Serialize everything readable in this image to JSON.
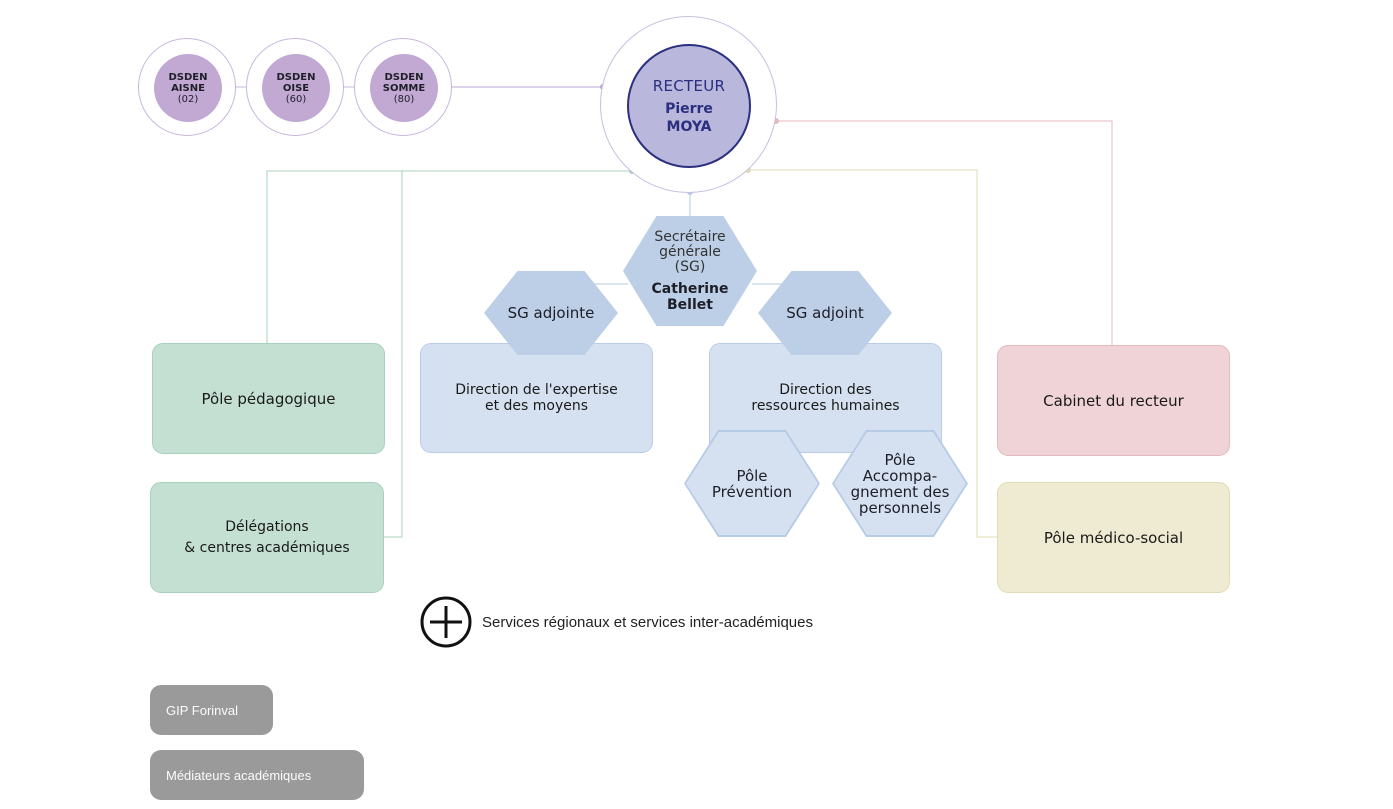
{
  "dsden": [
    {
      "line1": "DSDEN",
      "line2": "AISNE",
      "line3": "(02)"
    },
    {
      "line1": "DSDEN",
      "line2": "OISE",
      "line3": "(60)"
    },
    {
      "line1": "DSDEN",
      "line2": "SOMME",
      "line3": "(80)"
    }
  ],
  "recteur": {
    "title": "RECTEUR",
    "first_name": "Pierre",
    "last_name": "MOYA"
  },
  "secretaire": {
    "line1": "Secrétaire",
    "line2": "générale",
    "line3": "(SG)",
    "name1": "Catherine",
    "name2": "Bellet"
  },
  "sg_adjointe": "SG adjointe",
  "sg_adjoint": "SG adjoint",
  "boxes": {
    "pole_pedagogique": "Pôle pédagogique",
    "delegations_line1": "Délégations",
    "delegations_line2": "& centres académiques",
    "expertise_line1": "Direction de l'expertise",
    "expertise_line2": "et des moyens",
    "rh_line1": "Direction des",
    "rh_line2": "ressources humaines",
    "cabinet": "Cabinet du recteur",
    "medico_social": "Pôle médico-social"
  },
  "pole_prevention": {
    "line1": "Pôle",
    "line2": "Prévention"
  },
  "pole_accompagnement": {
    "line1": "Pôle",
    "line2": "Accompa-",
    "line3": "gnement des",
    "line4": "personnels"
  },
  "services_label": "Services régionaux et services inter-académiques",
  "gip": "GIP Forinval",
  "mediateurs": "Médiateurs académiques",
  "colors": {
    "dsden": "#c1a9d3",
    "recteur": "#b9b7db",
    "recteur_border": "#2b2f7f",
    "sg_blue": "#bccfe7",
    "green": "#c4e0d3",
    "pink": "#f0d3d6",
    "yellow": "#eeebd2",
    "gray": "#9a9a9a"
  }
}
